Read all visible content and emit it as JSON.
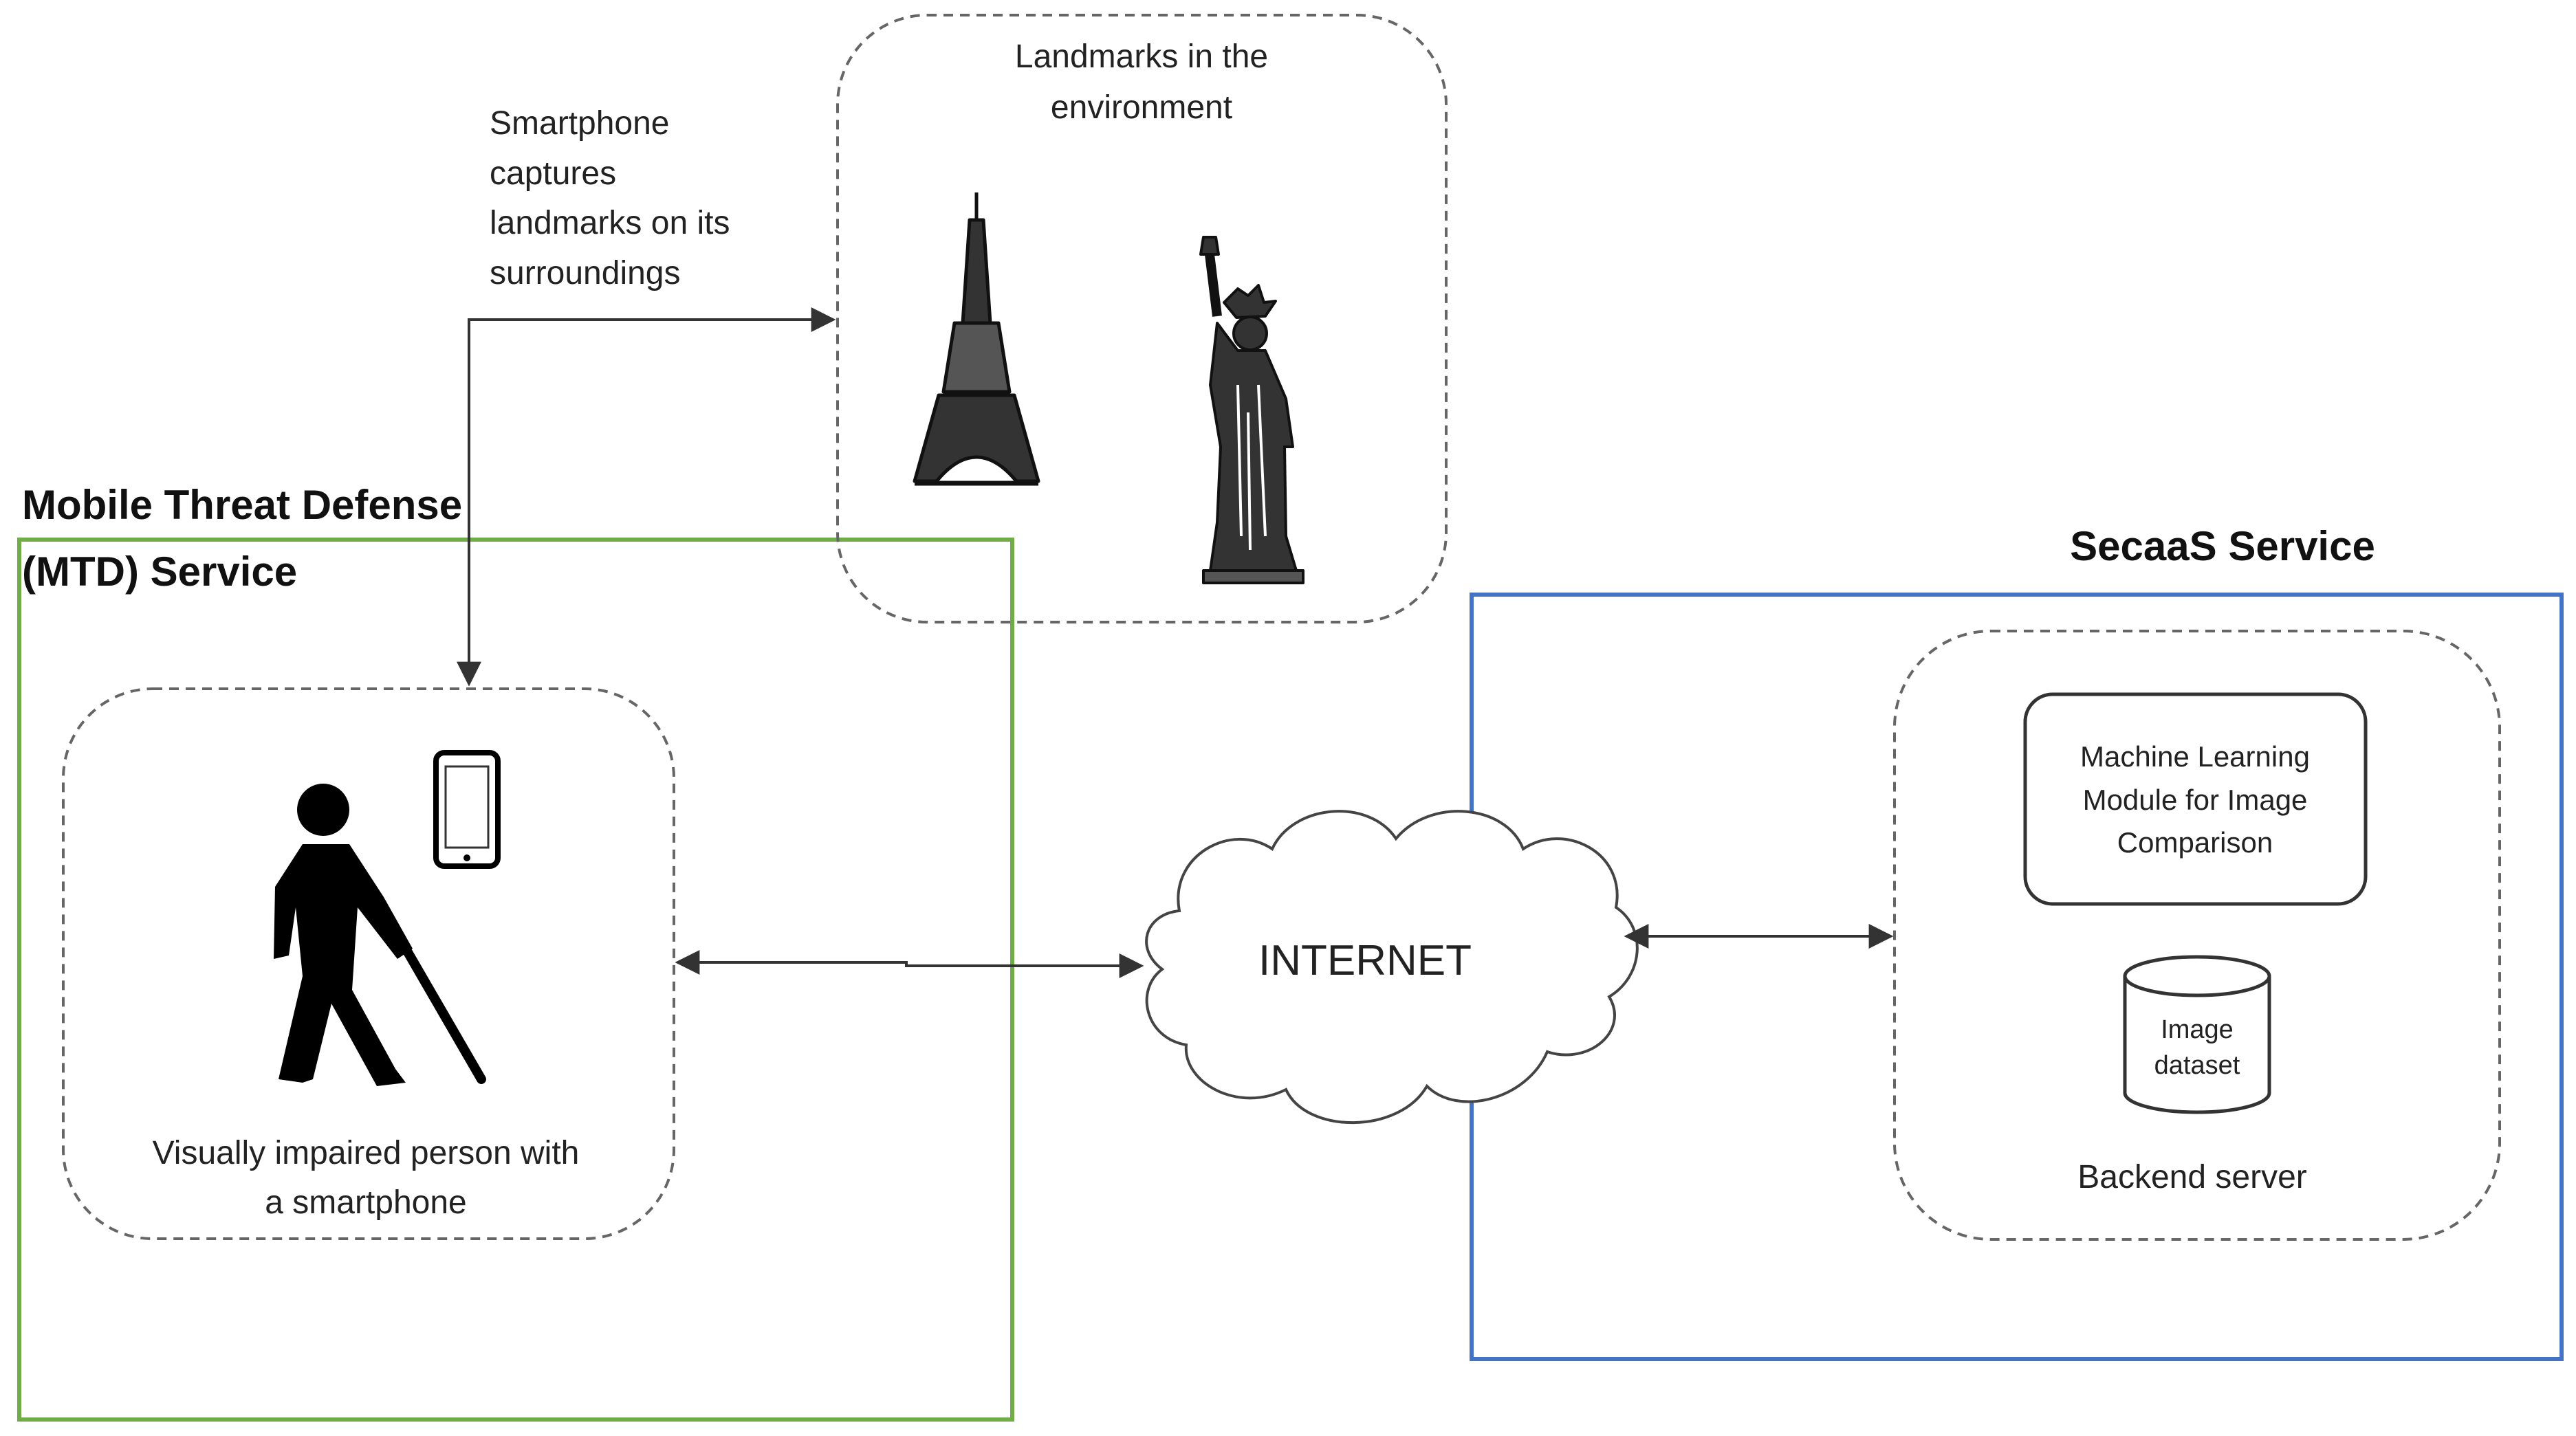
{
  "colors": {
    "mtd_border": "#70ad47",
    "secaas_border": "#4472c4",
    "line": "#333333",
    "dashed": "#666666"
  },
  "mtd": {
    "title_line1": "Mobile Threat Defense",
    "title_line2": "(MTD) Service",
    "user_caption_line1": "Visually impaired person with",
    "user_caption_line2": "a smartphone",
    "icons": [
      "blind-person-with-cane-icon",
      "smartphone-icon"
    ]
  },
  "landmarks": {
    "caption_line1": "Landmarks in the",
    "caption_line2": "environment",
    "icons": [
      "eiffel-tower-icon",
      "statue-of-liberty-icon"
    ]
  },
  "capture_note": {
    "line1": "Smartphone",
    "line2": "captures",
    "line3": "landmarks on its",
    "line4": "surroundings"
  },
  "internet": {
    "label": "INTERNET",
    "icon": "cloud-icon"
  },
  "secaas": {
    "title": "SecaaS Service",
    "ml_module_line1": "Machine Learning",
    "ml_module_line2": "Module for Image",
    "ml_module_line3": "Comparison",
    "dataset_line1": "Image",
    "dataset_line2": "dataset",
    "server_caption": "Backend server",
    "icon": "database-cylinder-icon"
  }
}
